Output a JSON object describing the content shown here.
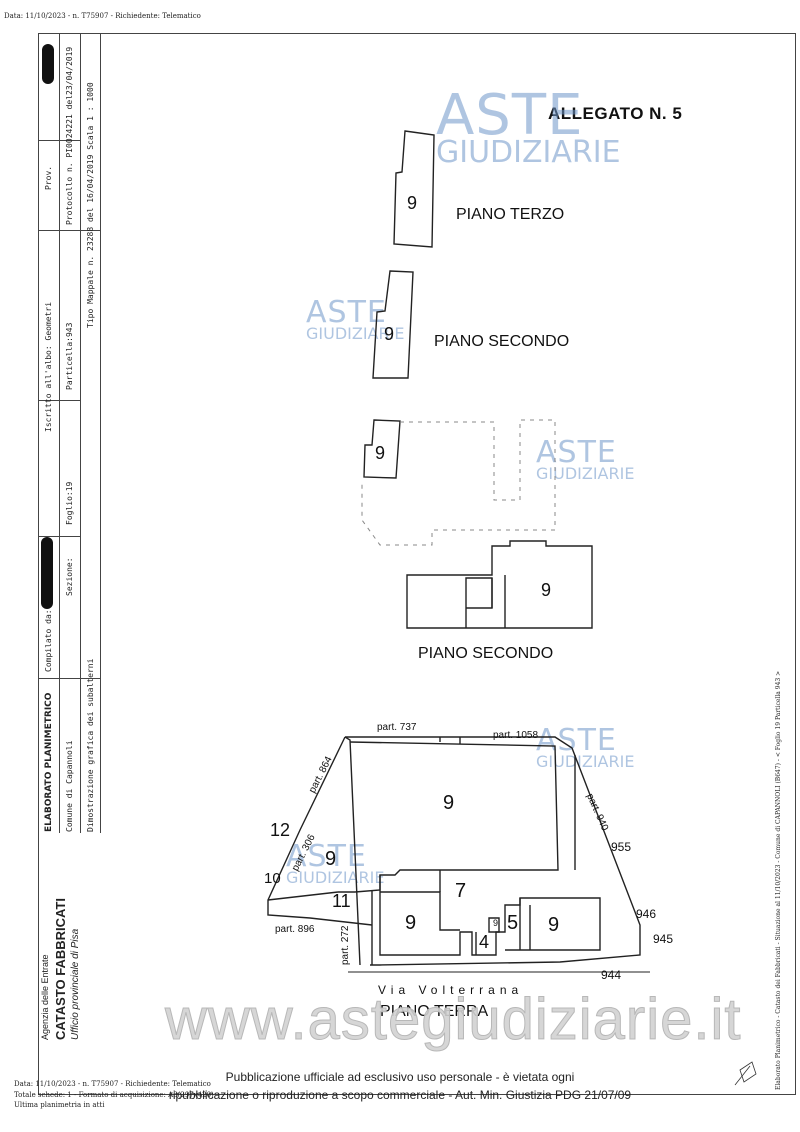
{
  "header": {
    "top_line": "Data: 11/10/2023 - n. T75907 - Richiedente: Telematico"
  },
  "allegato": "ALLEGATO N. 5",
  "watermark": {
    "line1": "ASTE",
    "line2": "GIUDIZIARIE",
    "site": "www.astegiudiziarie.it"
  },
  "cartouche": {
    "title": "ELABORATO PLANIMETRICO",
    "compilato_da": "Compilato da:",
    "iscritto": "Iscritto all'albo: Geometri",
    "prov": "Prov.",
    "comune": "Comune di Capannoli",
    "sezione": "Sezione:",
    "foglio": "Foglio:19",
    "particella": "Particella:943",
    "protocollo": "Protocollo n.   PI0024221   del23/04/2019",
    "dimostrazione": "Dimostrazione grafica dei subalterni",
    "tipo_mappale": "Tipo Mappale n. 23288   del 16/04/2019  Scala 1 : 1000",
    "agenzia": "Agenzia delle Entrate",
    "catasto": "CATASTO FABBRICATI",
    "ufficio": "Ufficio provinciale di  Pisa"
  },
  "floors": {
    "terzo": "PIANO TERZO",
    "secondo_a": "PIANO SECONDO",
    "secondo_b": "PIANO SECONDO",
    "terra": "PIANO TERRA"
  },
  "numbers": {
    "t9": "9",
    "s9a": "9",
    "s9b": "9",
    "s9c": "9",
    "g9main": "9",
    "g7": "7",
    "g9a": "9",
    "g9small": "9",
    "g5": "5",
    "g9b": "9",
    "g4": "4",
    "g12": "12",
    "g10": "10",
    "g11": "11",
    "g9left": "9",
    "g955": "955",
    "g946": "946",
    "g945": "945",
    "g944": "944"
  },
  "parcels": {
    "p737": "part. 737",
    "p1058": "part. 1058",
    "p864": "part. 864",
    "p940": "part. 940",
    "p306": "part. 306",
    "p896": "part. 896",
    "p272": "part. 272",
    "street": "Via  Volterrana"
  },
  "right_margin": "Elaborato Planimetrico - Catasto dei Fabbricati - Situazione al 11/10/2023 - Comune di CAPANNOLI (B647) - < Foglio 19 Particella 943 >",
  "footer": {
    "left1": "Data: 11/10/2023 - n. T75907 - Richiedente: Telematico",
    "left2": "Totale schede: 1 - Formato di acquisizione: A3(297x420)",
    "left3": "Ultima planimetria in atti",
    "pub1": "Pubblicazione ufficiale ad esclusivo uso personale - è vietata ogni",
    "pub2": "ripubblicazione o riproduzione a scopo commerciale - Aut. Min. Giustizia PDG 21/07/09"
  }
}
